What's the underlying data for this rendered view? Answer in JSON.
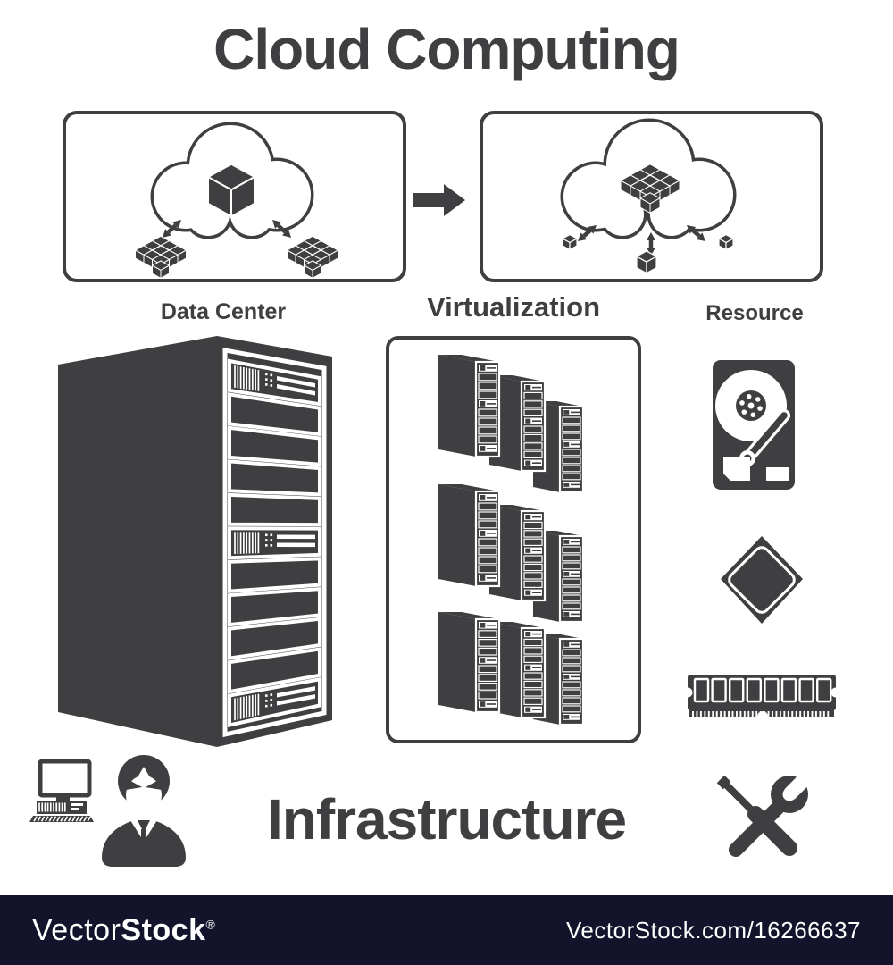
{
  "title": "Cloud Computing",
  "labels": {
    "data_center": "Data Center",
    "virtualization": "Virtualization",
    "resource": "Resource",
    "infrastructure": "Infrastructure"
  },
  "colors": {
    "ink": "#3f3f42",
    "background": "#ffffff",
    "watermark_bar": "#13132b",
    "watermark_text": "#ffffff"
  },
  "icons": {
    "left_box": "cloud-with-cube-and-server-clusters",
    "flow_arrow": "arrow-right",
    "right_box": "cloud-with-cube-cluster-and-resource-cubes",
    "rack": "server-rack",
    "virtualization_servers": "server-tower-grid",
    "storage": "hard-disk-drive",
    "processor": "cpu-chip",
    "memory": "ram-module",
    "workstation": "desktop-computer",
    "administrator": "it-admin-user",
    "maintenance": "screwdriver-and-wrench"
  },
  "watermark": {
    "brand_light": "Vector",
    "brand_bold": "Stock",
    "registered": "®",
    "credit": "VectorStock.com/16266637"
  }
}
